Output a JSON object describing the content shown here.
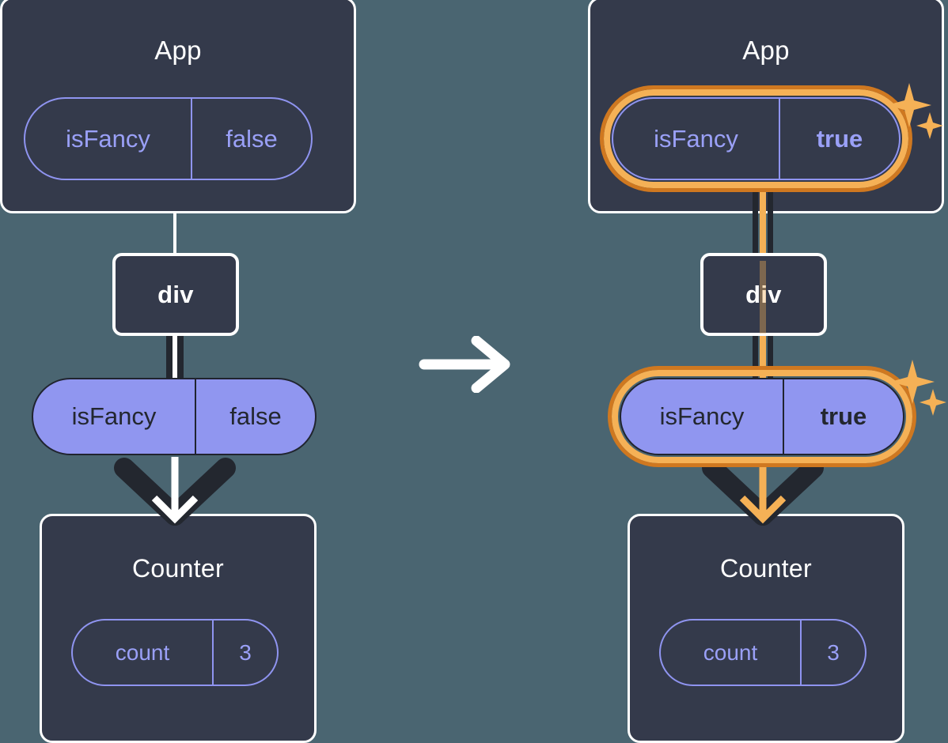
{
  "diagram": {
    "title": "React state update propagation",
    "background_color": "#4a6571",
    "transition_icon": "arrow-right-icon",
    "panels": [
      {
        "id": "before",
        "app": {
          "title": "App",
          "state": {
            "key": "isFancy",
            "value": "false",
            "highlighted": false,
            "bold_value": false
          }
        },
        "div": {
          "title": "div"
        },
        "prop": {
          "key": "isFancy",
          "value": "false",
          "highlighted": false,
          "bold_value": false
        },
        "counter": {
          "title": "Counter",
          "state": {
            "key": "count",
            "value": "3"
          }
        },
        "connector_color": "#ffffff",
        "sparkles": false
      },
      {
        "id": "after",
        "app": {
          "title": "App",
          "state": {
            "key": "isFancy",
            "value": "true",
            "highlighted": true,
            "bold_value": true
          }
        },
        "div": {
          "title": "div"
        },
        "prop": {
          "key": "isFancy",
          "value": "true",
          "highlighted": true,
          "bold_value": true
        },
        "counter": {
          "title": "Counter",
          "state": {
            "key": "count",
            "value": "3"
          }
        },
        "connector_color": "#f5b156",
        "sparkles": true
      }
    ],
    "colors": {
      "background": "#4a6571",
      "box_fill": "#343a4b",
      "box_border": "#ffffff",
      "pill_outline": "#8f94f0",
      "pill_text": "#9aa0f7",
      "pill_filled": "#9096f0",
      "pill_filled_text": "#23272f",
      "highlight": "#f5b156",
      "highlight_dark": "#cf7820",
      "connector_dark": "#23272f"
    },
    "icons": {
      "sparkle_large": "sparkle-icon",
      "sparkle_small": "sparkle-icon",
      "transition": "arrow-right-icon",
      "flow": "arrow-down-icon"
    }
  }
}
